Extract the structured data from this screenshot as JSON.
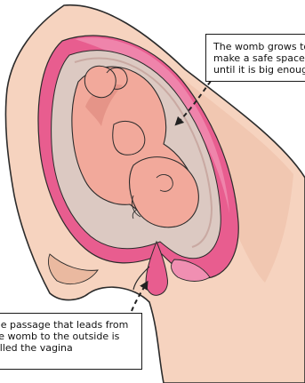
{
  "labels": {
    "womb": {
      "lines": [
        "The womb grows to",
        "make a safe space",
        "until it is big enough"
      ]
    },
    "vagina": {
      "lines": [
        "The passage that leads from",
        "the womb to the outside is",
        "called the vagina"
      ]
    }
  },
  "colors": {
    "skin": "#f6d3bf",
    "skin_shadow": "#eab9a0",
    "womb_wall": "#e85d8f",
    "womb_wall_light": "#f08fb2",
    "fluid": "#dcc9c2",
    "baby": "#f2a99b",
    "baby_shadow": "#e08c80",
    "outline": "#2b2b2b",
    "arrow": "#222222"
  }
}
